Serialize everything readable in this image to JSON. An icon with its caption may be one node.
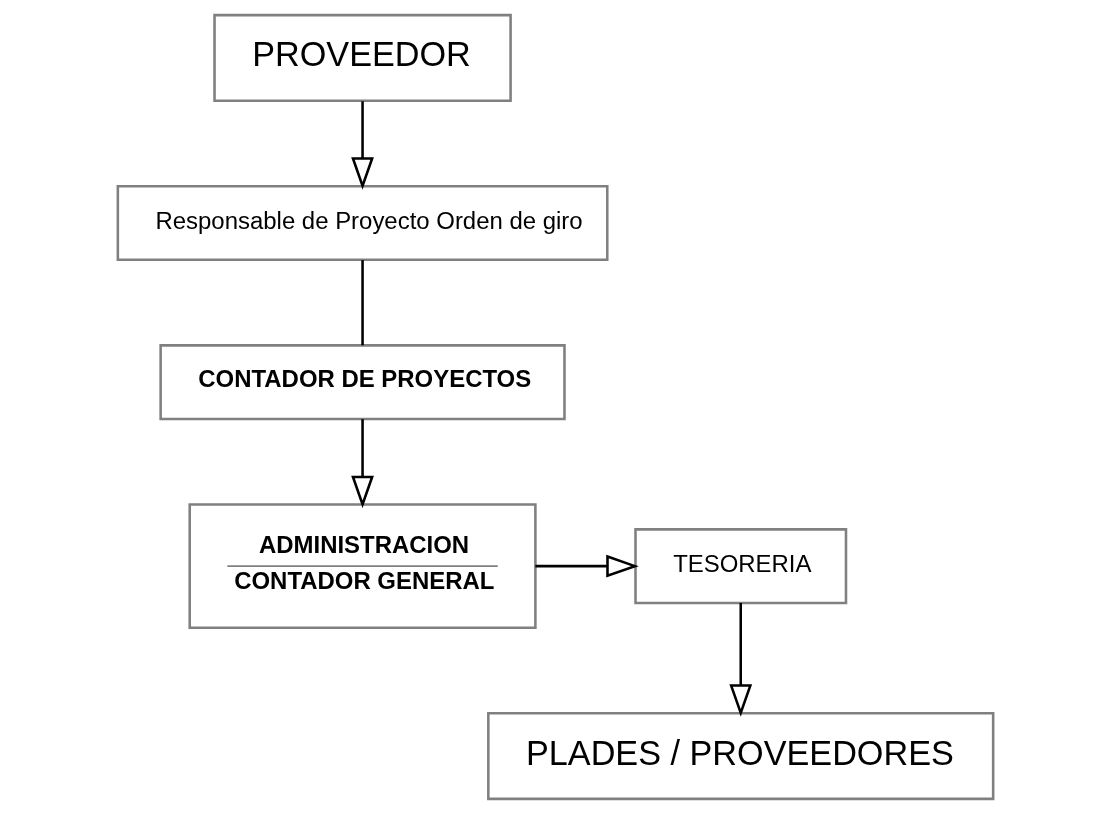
{
  "diagram": {
    "nodes": [
      {
        "text": [
          "PROVEEDOR"
        ]
      },
      {
        "text": [
          "Responsable de Proyecto Orden de giro"
        ]
      },
      {
        "text": [
          "PLADES / PROVEEDORES"
        ]
      },
      {
        "text": [
          "TESORERIA"
        ]
      },
      {
        "text": [
          "ADMINISTRACION",
          "CONTADOR GENERAL"
        ]
      },
      {
        "text": [
          "CONTADOR DE PROYECTOS"
        ]
      }
    ],
    "edges": [
      {
        "from": 0,
        "to": 1,
        "arrow": "to"
      },
      {
        "from": 1,
        "to": 5,
        "arrow": "none"
      },
      {
        "from": 5,
        "to": 4,
        "arrow": "to"
      },
      {
        "from": 4,
        "to": 3,
        "arrow": "to"
      },
      {
        "from": 3,
        "to": 2,
        "arrow": "to"
      }
    ]
  }
}
